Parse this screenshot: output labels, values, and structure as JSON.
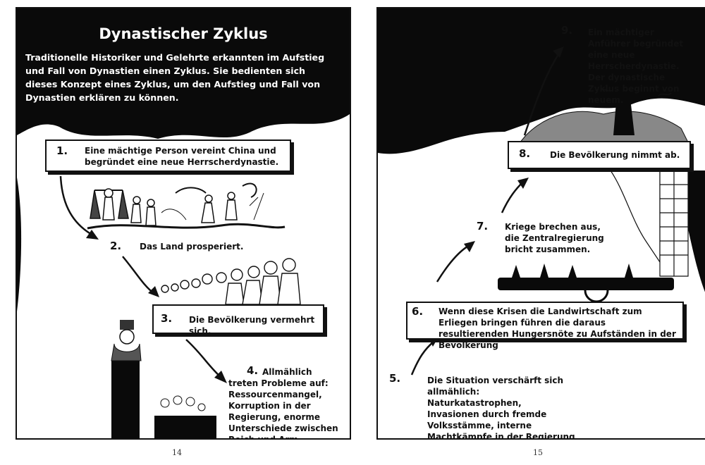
{
  "left_page": {
    "title": "Dynastischer Zyklus",
    "intro": "Traditionelle Historiker und Gelehrte erkannten im Aufstieg und Fall von Dynastien einen Zyklus. Sie bedienten sich dieses Konzept eines Zyklus, um den Aufstieg und Fall von Dynastien erklären zu können.",
    "page_number": "14",
    "steps": [
      {
        "num": "1.",
        "text": "Eine mächtige Person vereint China und begründet eine neue Herrscherdynastie."
      },
      {
        "num": "2.",
        "text": "Das Land prosperiert."
      },
      {
        "num": "3.",
        "text": "Die Bevölkerung vermehrt sich."
      },
      {
        "num": "4.",
        "text": "Allmählich treten Probleme auf: Ressourcenmangel, Korruption in der Regierung, enorme Unterschiede zwischen Reich und Arm."
      }
    ]
  },
  "right_page": {
    "page_number": "15",
    "steps": [
      {
        "num": "5.",
        "text": "Die Situation verschärft sich allmählich: Naturkatastrophen, Invasionen durch fremde Volksstämme, interne Machtkämpfe in der Regierung lösten ein Vielzahl an Krisen aus"
      },
      {
        "num": "6.",
        "text": "Wenn diese Krisen die Landwirtschaft zum Erliegen bringen führen die daraus resultierenden Hungersnöte zu Aufständen in der Bevölkerung"
      },
      {
        "num": "7.",
        "text": "Kriege brechen aus, die Zentralregierung bricht zusammen."
      },
      {
        "num": "8.",
        "text": "Die Bevölkerung nimmt ab."
      },
      {
        "num": "9.",
        "text": "Ein mächtiger Anführer begründet eine neue Herrscherdynastie. Der dynastische Zyklus beginnt von neuem."
      }
    ]
  }
}
